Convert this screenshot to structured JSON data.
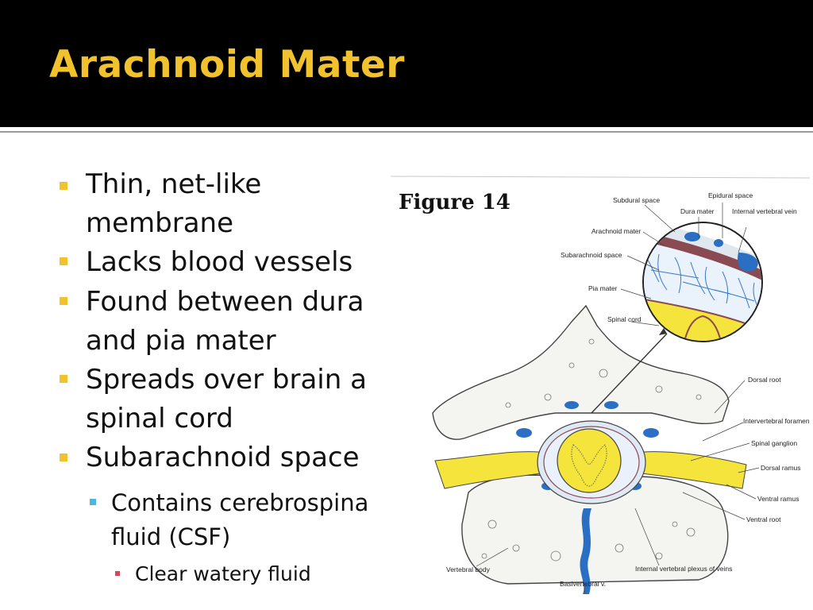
{
  "slide": {
    "title": "Arachnoid Mater",
    "bullets": [
      {
        "level": 1,
        "text": "Thin, net-like"
      },
      {
        "level": 1,
        "text": "membrane",
        "continuation": true
      },
      {
        "level": 1,
        "text": "Lacks blood vessels"
      },
      {
        "level": 1,
        "text": "Found between dura"
      },
      {
        "level": 1,
        "text": "and pia mater",
        "continuation": true
      },
      {
        "level": 1,
        "text": "Spreads over brain a"
      },
      {
        "level": 1,
        "text": "spinal cord",
        "continuation": true
      },
      {
        "level": 1,
        "text": "Subarachnoid space"
      },
      {
        "level": 2,
        "text": "Contains cerebrospina"
      },
      {
        "level": 2,
        "text": "fluid (CSF)",
        "continuation": true
      },
      {
        "level": 3,
        "text": "Clear watery fluid"
      }
    ]
  },
  "figure": {
    "title": "Figure 14",
    "labels": {
      "subdural_space": "Subdural space",
      "epidural_space": "Epidural space",
      "dura_mater": "Dura mater",
      "internal_vertebral_vein": "Internal vertebral vein",
      "arachnoid_mater": "Arachnoid mater",
      "subarachnoid_space": "Subarachnoid space",
      "pia_mater": "Pia mater",
      "spinal_cord": "Spinal cord",
      "dorsal_root": "Dorsal root",
      "intervertebral_foramen": "Intervertebral foramen",
      "spinal_ganglion": "Spinal ganglion",
      "dorsal_ramus": "Dorsal ramus",
      "ventral_ramus": "Ventral ramus",
      "ventral_root": "Ventral root",
      "vertebral_body": "Vertebral body",
      "basivertebral_v": "Basivertebral v.",
      "internal_vertebral_plexus": "Internal vertebral plexus of veins"
    }
  },
  "colors": {
    "title_bar": "#000000",
    "title_text": "#f2c12e",
    "bullet_l1": "#f2c12e",
    "bullet_l2": "#4db8d8",
    "bullet_l3": "#d7465b",
    "spinal_cord": "#f5e43c",
    "vessels": "#2a6fc4",
    "dura": "#8a4a52"
  }
}
